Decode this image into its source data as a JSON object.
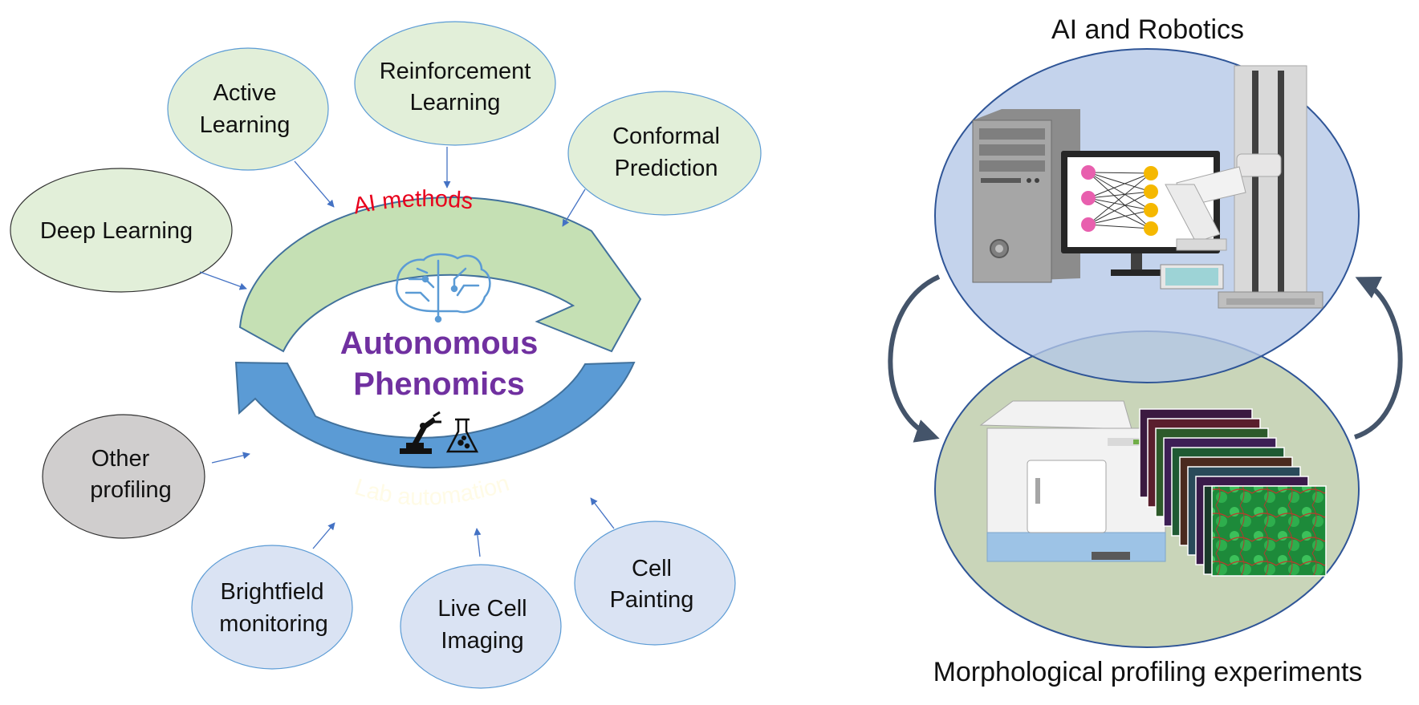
{
  "center": {
    "title_line1": "Autonomous",
    "title_line2": "Phenomics",
    "arc_top_label": "AI methods",
    "arc_bottom_label": "Lab automation"
  },
  "ai_nodes": [
    {
      "line1": "Active",
      "line2": "Learning"
    },
    {
      "line1": "Reinforcement",
      "line2": "Learning"
    },
    {
      "line1": "Conformal",
      "line2": "Prediction"
    },
    {
      "line1": "Deep Learning",
      "line2": ""
    }
  ],
  "lab_nodes": [
    {
      "line1": "Other",
      "line2": "profiling"
    },
    {
      "line1": "Brightfield",
      "line2": "monitoring"
    },
    {
      "line1": "Live Cell",
      "line2": "Imaging"
    },
    {
      "line1": "Cell",
      "line2": "Painting"
    }
  ],
  "right": {
    "top_caption": "AI and Robotics",
    "bottom_caption": "Morphological profiling experiments"
  },
  "colors": {
    "ai_node_fill": "#e2efd9",
    "lab_node_fill": "#dae3f3",
    "other_node_fill": "#d0cece",
    "ai_arrow": "#c5e0b4",
    "lab_arrow": "#5b9bd5",
    "title": "#7030a0",
    "ai_label": "#e8001c"
  }
}
